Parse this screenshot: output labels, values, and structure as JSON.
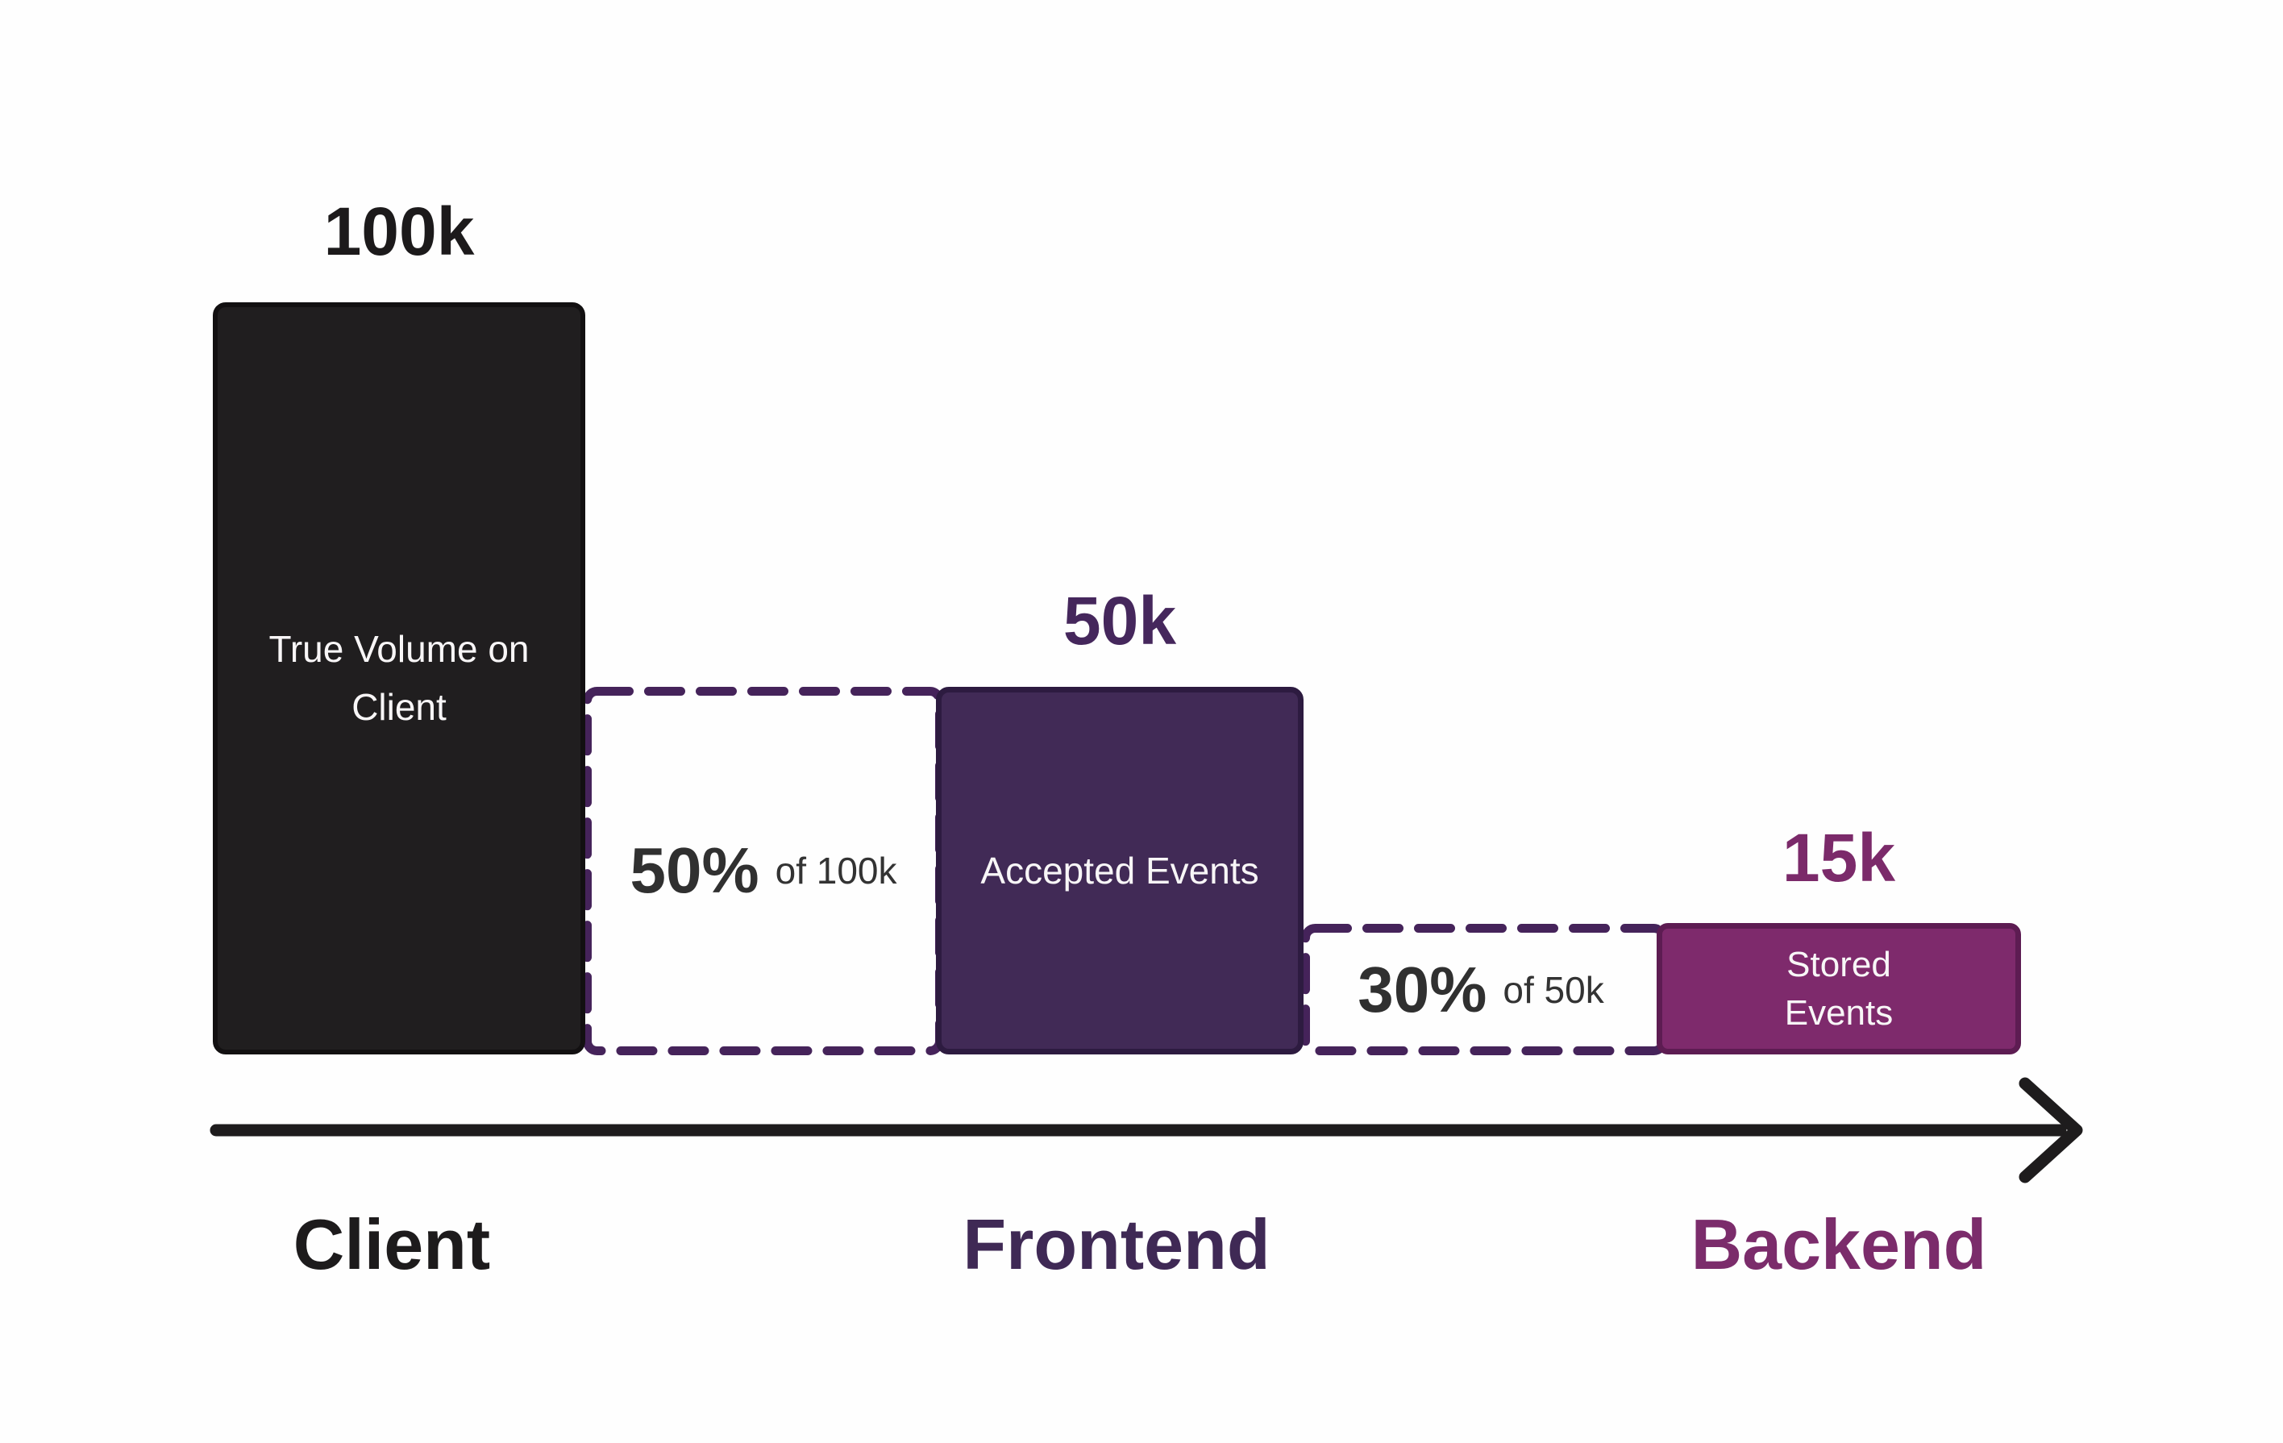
{
  "chart_data": {
    "type": "bar",
    "subtype": "event-volume-funnel-flow",
    "title": "",
    "xlabel": "",
    "ylabel": "",
    "categories": [
      "Client",
      "Frontend",
      "Backend"
    ],
    "values": [
      100000,
      50000,
      15000
    ],
    "stages": [
      {
        "axis_label": "Client",
        "value": 100000,
        "value_label": "100k",
        "bar_label": "True Volume on Client",
        "bar_color": "#201e1f",
        "bar_border_color": "#121011",
        "value_label_color": "#1c1a1b",
        "axis_label_color": "#1d1b1c"
      },
      {
        "axis_label": "Frontend",
        "value": 50000,
        "value_label": "50k",
        "bar_label": "Accepted Events",
        "bar_color": "#412a56",
        "bar_border_color": "#2d1b40",
        "value_label_color": "#45275c",
        "axis_label_color": "#3f2955"
      },
      {
        "axis_label": "Backend",
        "value": 15000,
        "value_label": "15k",
        "bar_label": "Stored Events",
        "bar_color": "#7e2a6c",
        "bar_border_color": "#5d1c52",
        "value_label_color": "#7b2a6a",
        "axis_label_color": "#7b2c6b"
      }
    ],
    "drops": [
      {
        "percent": "50%",
        "of_label": "of 100k",
        "from": "Client",
        "to": "Frontend"
      },
      {
        "percent": "30%",
        "of_label": "of 50k",
        "from": "Frontend",
        "to": "Backend"
      }
    ],
    "layout_hints": {
      "axis_style": "black arrow pointing right",
      "drop_box_style": "dashed rounded rectangle",
      "dash_color": "#45235a",
      "arrow_color": "#1e1c1d",
      "background": "#fefefe",
      "grid": false,
      "legend": false
    }
  }
}
